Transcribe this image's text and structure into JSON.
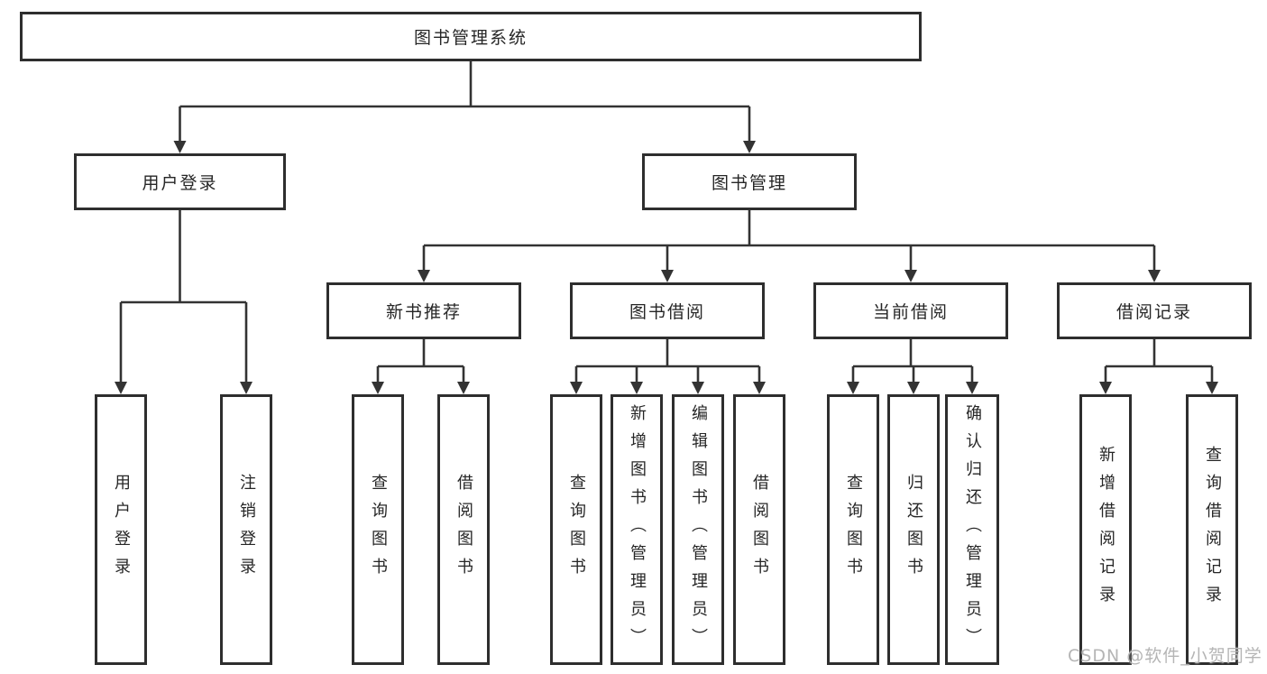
{
  "diagram": {
    "root": {
      "label": "图书管理系统"
    },
    "level2": [
      {
        "label": "用户登录"
      },
      {
        "label": "图书管理"
      }
    ],
    "level3": [
      {
        "label": "新书推荐"
      },
      {
        "label": "图书借阅"
      },
      {
        "label": "当前借阅"
      },
      {
        "label": "借阅记录"
      }
    ],
    "leaves": {
      "user_login": [
        "用户登录",
        "注销登录"
      ],
      "new_book": [
        "查询图书",
        "借阅图书"
      ],
      "book_borrow": [
        "查询图书",
        "新增图书（管理员）",
        "编辑图书（管理员）",
        "借阅图书"
      ],
      "current_borrow": [
        "查询图书",
        "归还图书",
        "确认归还（管理员）"
      ],
      "borrow_record": [
        "新增借阅记录",
        "查询借阅记录"
      ]
    }
  },
  "watermark": {
    "text": "CSDN @软件_小贺同学"
  },
  "colors": {
    "line": "#333333",
    "border": "#2e2e2e",
    "text": "#262626",
    "watermark": "#b5b5b5",
    "background": "#ffffff"
  }
}
